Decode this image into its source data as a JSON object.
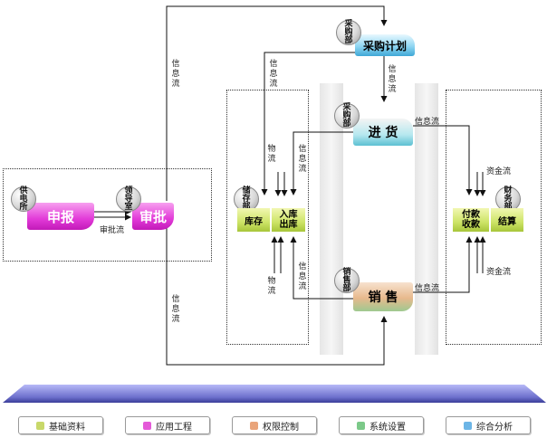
{
  "circles": {
    "supply": "供电所",
    "leader": "领导室",
    "purchase_top": "采购部",
    "purchase_mid": "采购部",
    "storage": "储存部",
    "sales": "销售部",
    "finance": "财务部"
  },
  "boxes": {
    "apply": "申报",
    "approve": "审批",
    "purchase_plan": "采购计划",
    "stock_in": "进 货",
    "sell": "销 售",
    "inventory": "库存",
    "inout": "入库出库",
    "pay_receive": "付款收款",
    "settle": "结算"
  },
  "labels": {
    "approve_flow": "审批流",
    "info_left_top": "信息流",
    "info_left_bottom": "信息流",
    "info_plan_left": "信息流",
    "info_plan_down": "信息流",
    "info_stockin_right": "信息流",
    "info_sales_right": "信息流",
    "goods_flow_top": "物流",
    "info_flow_top": "信息流",
    "goods_flow_bottom": "物流",
    "info_flow_bottom": "信息流",
    "fund_flow_top": "资金流",
    "fund_flow_bottom": "资金流"
  },
  "menu": [
    {
      "label": "基础资料",
      "color": "#c8d86a"
    },
    {
      "label": "应用工程",
      "color": "#e45ad8"
    },
    {
      "label": "权限控制",
      "color": "#e9a47a"
    },
    {
      "label": "系统设置",
      "color": "#7cc989"
    },
    {
      "label": "综合分析",
      "color": "#6cb5e6"
    }
  ]
}
